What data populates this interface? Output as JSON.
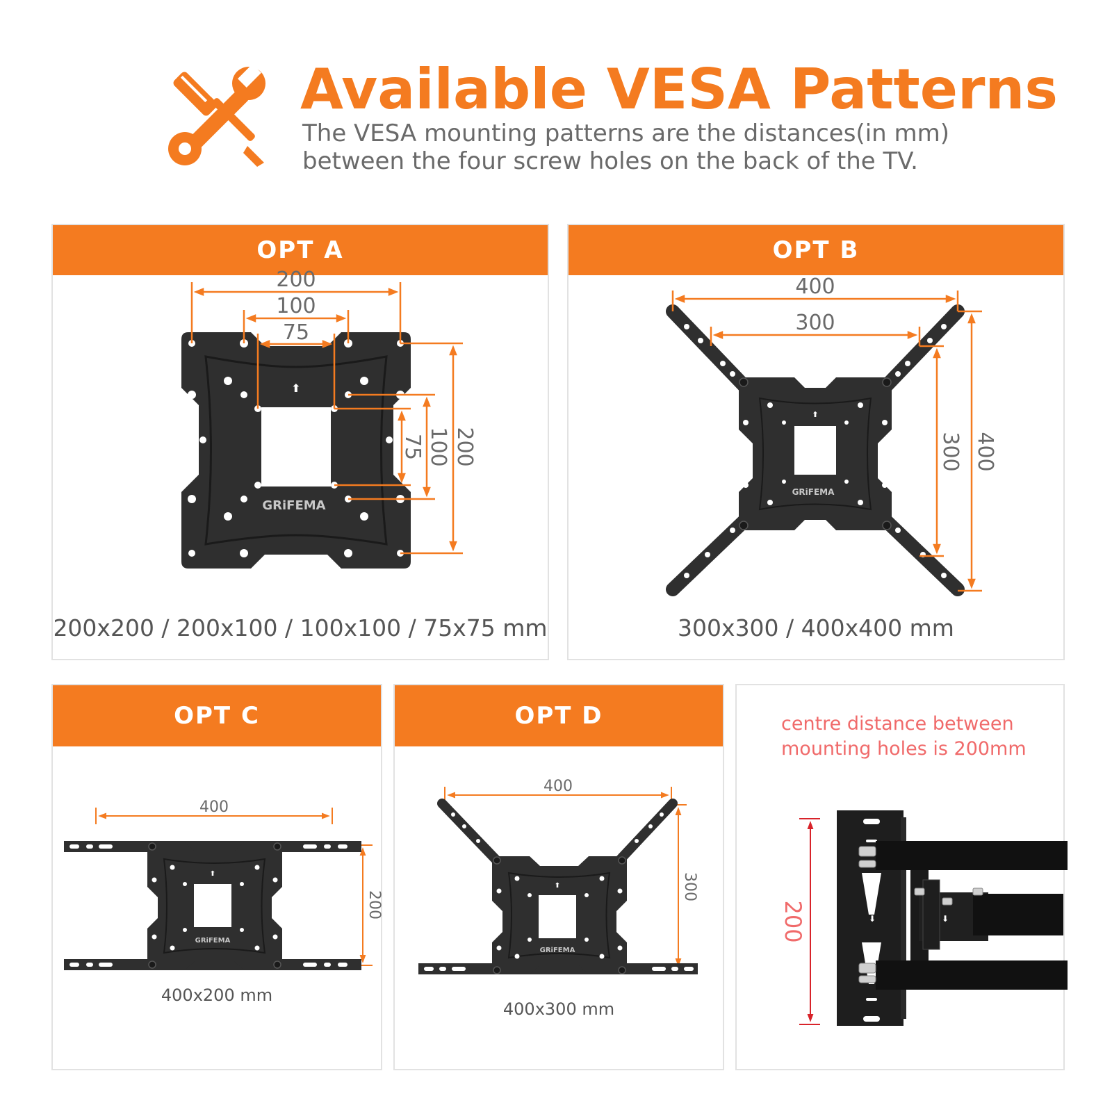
{
  "header": {
    "icon": "tools-icon",
    "title": "Available VESA Patterns",
    "subtitle_line1": "The VESA mounting patterns are the distances(in mm)",
    "subtitle_line2": "between the four screw holes on the back of the TV."
  },
  "colors": {
    "accent": "#f47b20",
    "note": "#f06a6a",
    "bracket": "#2e2e2e",
    "dimension": "#f47b20",
    "red_dimension": "#d8232a"
  },
  "options": {
    "a": {
      "label": "OPT  A",
      "caption": "200x200 / 200x100 / 100x100 / 75x75 mm",
      "dims": {
        "w1": "200",
        "w2": "100",
        "w3": "75",
        "h1": "75",
        "h2": "100",
        "h3": "200"
      },
      "brand": "GRiFEMA"
    },
    "b": {
      "label": "OPT  B",
      "caption": "300x300 / 400x400 mm",
      "dims": {
        "w1": "400",
        "w2": "300",
        "h1": "300",
        "h2": "400"
      },
      "brand": "GRiFEMA"
    },
    "c": {
      "label": "OPT  C",
      "caption": "400x200 mm",
      "dims": {
        "w": "400",
        "h": "200"
      },
      "brand": "GRiFEMA"
    },
    "d": {
      "label": "OPT  D",
      "caption": "400x300 mm",
      "dims": {
        "w": "400",
        "h": "300"
      },
      "brand": "GRiFEMA"
    },
    "e": {
      "note_line1": "centre distance between",
      "note_line2": "mounting holes is 200mm",
      "dim": "200"
    }
  }
}
